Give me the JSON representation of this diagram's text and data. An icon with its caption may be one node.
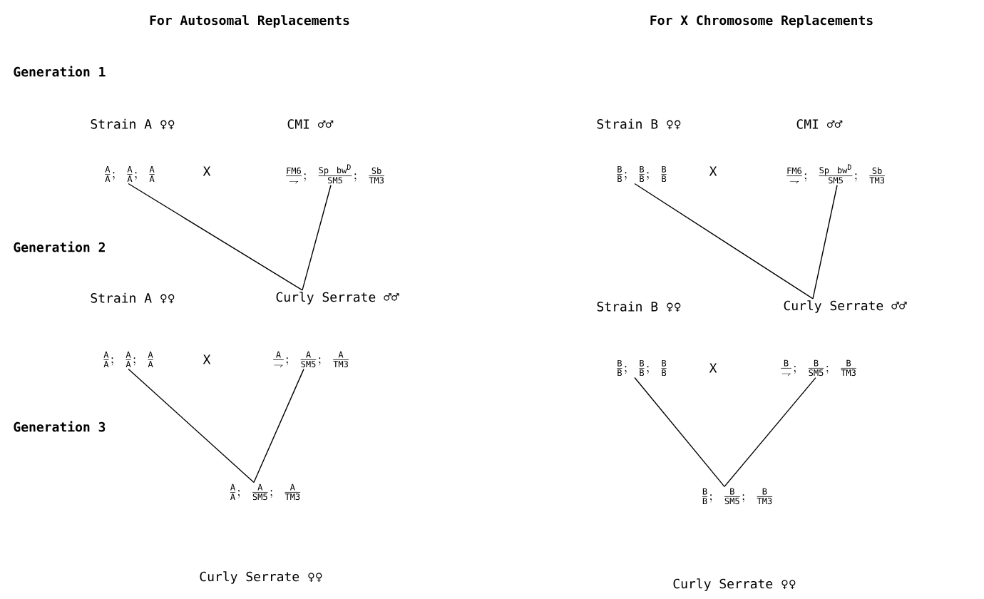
{
  "diagram": {
    "nodes": [
      {
        "text": [
          "\\frac{\\mathrm{A}}{\\mathrm{A}};\\ \\frac{\\mathrm{A}}{\\mathrm{A}};\\ \\frac{\\mathrm{A}}{\\mathrm{A}}"
        ]
      },
      {
        "text": [
          "\\frac{\\mathrm{FM6}}{\\rightharpoondown};\\ \\frac{\\mathrm{Sp\\ bw}^{\\mathrm{D}}}{\\mathrm{SM5}};\\ \\frac{\\mathrm{Sb}}{\\mathrm{TM3}}"
        ]
      },
      {
        "text": [
          "\\frac{\\mathrm{B}}{\\mathrm{B}};\\ \\frac{\\mathrm{B}}{\\mathrm{B}};\\ \\frac{\\mathrm{B}}{\\mathrm{B}}"
        ]
      },
      {
        "text": [
          "\\frac{\\mathrm{FM6}}{\\rightharpoondown};\\ \\frac{\\mathrm{Sp\\ bw}^{\\mathrm{D}}}{\\mathrm{SM5}};\\ \\frac{\\mathrm{Sb}}{\\mathrm{TM3}}"
        ]
      },
      {
        "text": [
          "Curly Serrate ♂♂"
        ]
      },
      {
        "text": [
          "Curly Serrate ♂♂"
        ]
      },
      {
        "text": [
          "\\frac{\\mathrm{A}}{\\mathrm{A}};\\ \\frac{\\mathrm{A}}{\\mathrm{A}};\\ \\frac{\\mathrm{A}}{\\mathrm{A}}"
        ]
      },
      {
        "text": [
          "\\frac{\\mathrm{A}}{\\rightharpoondown};\\ \\frac{\\mathrm{A}}{\\mathrm{SM5}};\\ \\frac{\\mathrm{A}}{\\mathrm{TM3}}"
        ]
      },
      {
        "text": [
          "\\frac{\\mathrm{B}}{\\mathrm{B}};\\ \\frac{\\mathrm{B}}{\\mathrm{B}};\\ \\frac{\\mathrm{B}}{\\mathrm{B}}"
        ]
      },
      {
        "text": [
          "\\frac{\\mathrm{B}}{\\rightharpoondown};\\ \\frac{\\mathrm{B}}{\\mathrm{SM5}};\\ \\frac{\\mathrm{B}}{\\mathrm{TM3}}"
        ]
      },
      {
        "text": [
          "\\frac{\\mathrm{A}}{\\mathrm{A}};\\ \\frac{\\mathrm{A}}{\\mathrm{SM5}};\\ \\frac{\\mathrm{A}}{\\mathrm{TM3}}"
        ]
      },
      {
        "text": [
          "\\frac{\\mathrm{B}}{\\mathrm{B}};\\ \\frac{\\mathrm{B}}{\\mathrm{SM5}};\\ \\frac{\\mathrm{B}}{\\mathrm{TM3}}"
        ]
      }
    ],
    "edges": [
      {
        "from": 0,
        "to": 4,
        "arrow": "none"
      },
      {
        "from": 1,
        "to": 4,
        "arrow": "none"
      },
      {
        "from": 2,
        "to": 5,
        "arrow": "none"
      },
      {
        "from": 3,
        "to": 5,
        "arrow": "none"
      },
      {
        "from": 6,
        "to": 10,
        "arrow": "none"
      },
      {
        "from": 7,
        "to": 10,
        "arrow": "none"
      },
      {
        "from": 8,
        "to": 11,
        "arrow": "none"
      },
      {
        "from": 9,
        "to": 11,
        "arrow": "none"
      }
    ],
    "labels": [
      "For Autosomal Replacements",
      "For X Chromosome Replacements",
      "Generation 1",
      "Strain A ♀♀",
      "CMI ♂♂",
      "Strain B ♀♀",
      "CMI ♂♂",
      "X",
      "X",
      "Generation 2",
      "Strain A ♀♀",
      "Strain B ♀♀",
      "X",
      "X",
      "Generation 3",
      "Curly Serrate ♀♀",
      "Curly Serrate ♀♀"
    ]
  }
}
